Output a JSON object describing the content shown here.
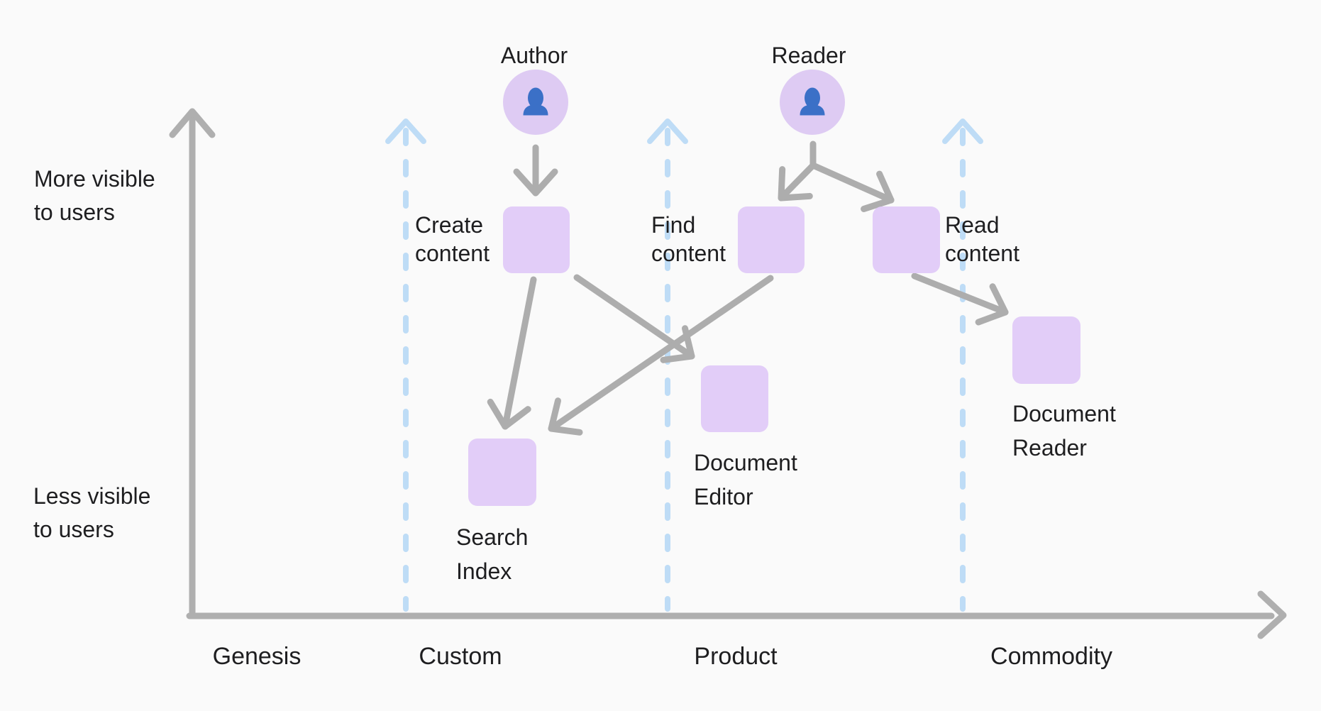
{
  "colors": {
    "background": "#fafafa",
    "text": "#1e1e20",
    "axis_gray": "#afafaf",
    "arrow_gray": "#adadad",
    "boundary_blue": "#bedcf6",
    "node_fill": "#e2cdf8",
    "avatar_fill": "#decbf3",
    "person_blue": "#3b70c7"
  },
  "icons": {
    "actor": "person-icon"
  },
  "actors": {
    "author": {
      "label": "Author"
    },
    "reader": {
      "label": "Reader"
    }
  },
  "nodes": {
    "create_content": {
      "line1": "Create",
      "line2": "content"
    },
    "find_content": {
      "line1": "Find",
      "line2": "content"
    },
    "read_content": {
      "line1": "Read",
      "line2": "content"
    },
    "search_index": {
      "line1": "Search",
      "line2": "Index"
    },
    "document_editor": {
      "line1": "Document",
      "line2": "Editor"
    },
    "document_reader": {
      "line1": "Document",
      "line2": "Reader"
    }
  },
  "y_axis": {
    "top_note": {
      "line1": "More visible",
      "line2": "to users"
    },
    "bottom_note": {
      "line1": "Less visible",
      "line2": "to users"
    }
  },
  "x_axis": {
    "stages": {
      "genesis": "Genesis",
      "custom": "Custom",
      "product": "Product",
      "commodity": "Commodity"
    }
  }
}
